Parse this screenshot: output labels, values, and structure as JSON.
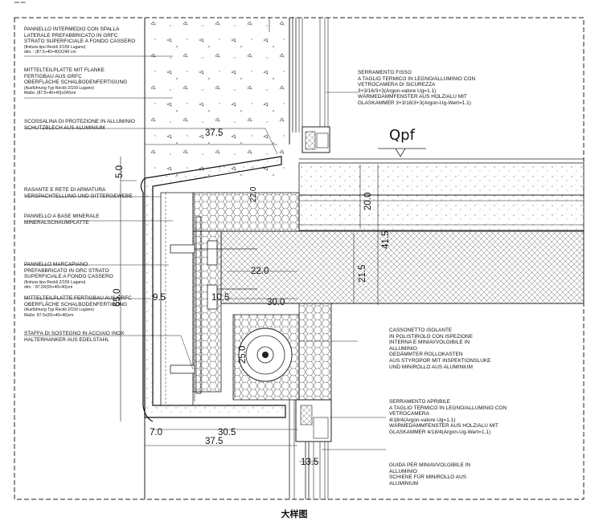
{
  "caption": "大样图",
  "marker": "Qpf",
  "labels": {
    "pannello_intermedio": [
      "PANNELLO  INTERMEDIO CON SPALLA",
      "LATERALE PREFABBRICATO IN GRFC",
      "STRATO SUPERFICIALE A FONDO CASSERO",
      "(finitura tipo Reckli 2/159 Lugano)",
      "dim. : (87.5+40+40)X240 cm"
    ],
    "mittelteilplatte_flanke": [
      "MITTELTEILPLATTE MIT FLANKE",
      "FERTIGBAU AUS GRFC",
      "OBERFLÄCHE SCHALBODENFERTIGUNG",
      "(Ausführung Typ Reckli 2/159 Lugano)",
      "Maße: (87.5+40+40)x240cm"
    ],
    "scossalina": [
      "SCOSSALINA DI PROTEZIONE IN ALLUMINIO",
      "SCHUTZBLECH AUS ALUMINIUM"
    ],
    "rasante": [
      "RASANTE E RETE DI ARMATURA",
      "VERSPACHTELLUNG UND GITTERGEWEBE"
    ],
    "pannello_minerale": [
      "PANNELLO A BASE MINERALE",
      "MINERALSCHAUMPLATTE"
    ],
    "pannello_marcapiano": [
      "PANNELLO MARCAPIANO",
      "PREFABBRICATO IN GRC STRATO",
      "SUPERFICIALE A FONDO CASSERO",
      "(finitura tipo Reckli 2/159 Lugano)",
      "dim. : 87.5X(65+40+40)cm"
    ],
    "mittelteilplatte_fertigbau": [
      "MITTELTEILPLATTE FERTIGBAU AUS GRFC",
      "OBERFLÄCHE SCHALBODENFERTIGUNG",
      "(Ausführung Typ Reckli 2/159 Lugano)",
      "Maße: 87.5x(65+40+40)cm"
    ],
    "staffa": [
      "STAFFA DI SOSTEGNO IN ACCIAIO INOX",
      "HALTERHANKER AUS EDELSTAHL"
    ],
    "serramento_fisso": [
      "SERRAMENTO FISSO",
      "A TAGLIO TERMICO IN LEGNO/ALLUMINIO CON",
      "VETROCAMERA DI SICUREZZA",
      "3+3/16/3+3(Argon-valore Ug=1.1)",
      "WÄRMEDÄMMFENSTER AUS HOLZ/ALU MIT",
      "GLASKAMMER 3+3/16/3+3(Argon-Ug-Wert=1.1)"
    ],
    "cassonetto": [
      "CASSONETTO ISOLANTE",
      "IN POLISTIROLO CON ISPEZIONE",
      "INTERNA E MINIAVVOLGIBILE IN",
      "ALLUMINIO",
      "GEDÄMMTER ROLLOKASTEN",
      "AUS STYROPOR MIT INSPEKTIONSLUKE",
      "UND MINIROLLO AUS ALUMINIUM"
    ],
    "serramento_apribile": [
      "SERRAMENTO APRIBILE",
      "A TAGLIO TERMICO IN LEGNO/ALLUMINIO CON",
      "VETROCAMERA",
      "4/18/4(Argon-valore Ug=1.1)",
      "WÄRMEDÄMMFENSTER AUS HOLZ/ALU MIT",
      "GLASKAMMER 4/18/4(Argon-Ug-Wert=1.1)"
    ],
    "guida": [
      "GUIDA PER MINIAVVOLGIBILE IN",
      "ALLUMINIO",
      "SCHIENE FÜR MINIROLLO AUS",
      "ALUMINIUM"
    ]
  },
  "dimensions": {
    "d37_5_top": "37.5",
    "d5_0": "5.0",
    "d22_0_v": "22.0",
    "d20_0": "20.0",
    "d41_5": "41.5",
    "d21_5": "21.5",
    "d22_0_h": "22.0",
    "d10_5": "10.5",
    "d30_0": "30.0",
    "d9_5": "9.5",
    "d65_0": "65.0",
    "d25_0": "25.0",
    "d7_0": "7.0",
    "d30_5": "30.5",
    "d37_5_bottom": "37.5",
    "d13_5": "13.5"
  }
}
